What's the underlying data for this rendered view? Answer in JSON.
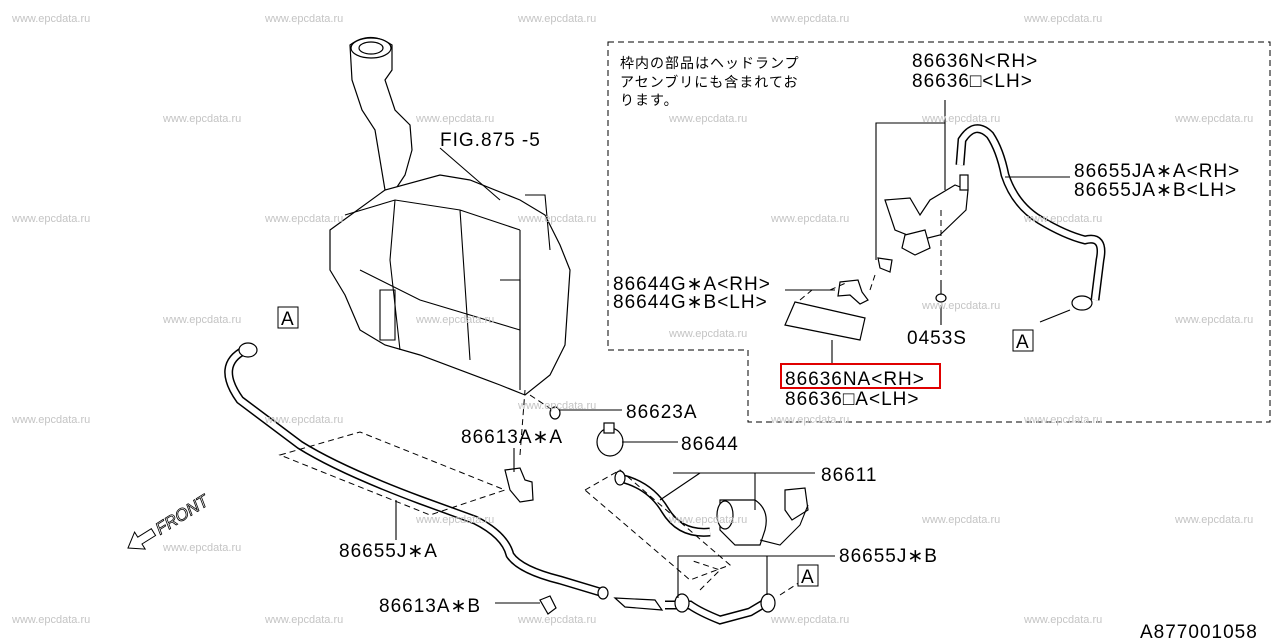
{
  "watermark": "www.epcdata.ru",
  "diagram_id": "A877001058",
  "figure_ref": "FIG.875 -5",
  "note": [
    "枠内の部品はヘッドランプ",
    "アセンブリにも含まれてお",
    "ります。"
  ],
  "ref_marker": "A",
  "front_label": "FRONT",
  "highlight_color": "#e00000",
  "parts": {
    "p86636N_rh": "86636N<RH>",
    "p86636O_lh": "86636□<LH>",
    "p86655JA_A": "86655JA∗A<RH>",
    "p86655JA_B": "86655JA∗B<LH>",
    "p86644G_A": "86644G∗A<RH>",
    "p86644G_B": "86644G∗B<LH>",
    "p0453S": "0453S",
    "p86636NA_rh": "86636NA<RH>",
    "p86636OA_lh": "86636□A<LH>",
    "p86623A": "86623A",
    "p86613A_A": "86613A∗A",
    "p86644": "86644",
    "p86611": "86611",
    "p86655J_A": "86655J∗A",
    "p86655J_B": "86655J∗B",
    "p86613A_B": "86613A∗B"
  }
}
